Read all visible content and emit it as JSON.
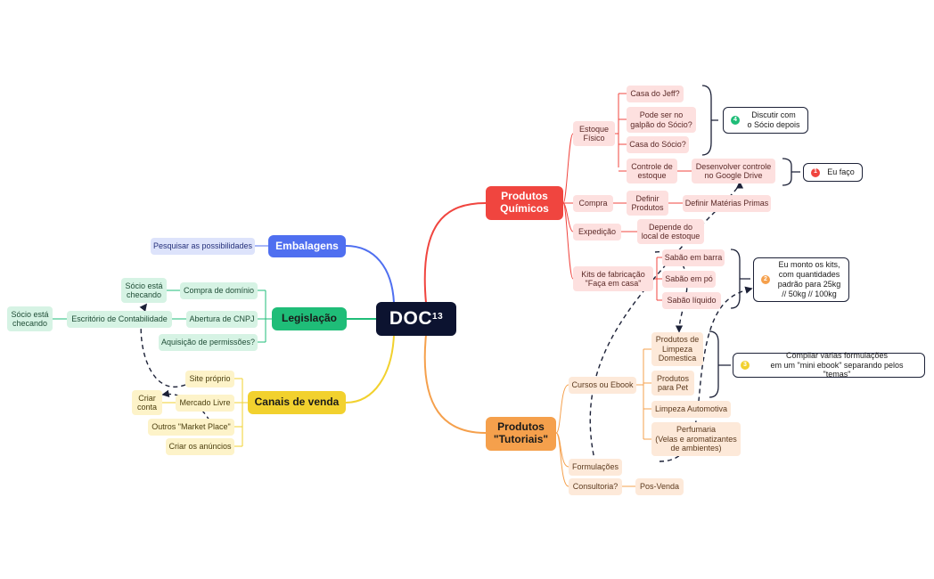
{
  "colors": {
    "root": "#0c1330",
    "red": "#f0453f",
    "orange": "#f5a04c",
    "blue": "#4f6ff0",
    "green": "#1fbd78",
    "yellow": "#f2d12e",
    "badge_green": "#1fbd78",
    "badge_red": "#f0453f",
    "badge_orange": "#f5a04c",
    "badge_yellow": "#f2d12e"
  },
  "root": {
    "label": "DOC",
    "superscript": "13"
  },
  "branches": {
    "produtos_quimicos": {
      "label": "Produtos\nQuímicos",
      "estoque": {
        "label": "Estoque\nFísico",
        "items": [
          "Casa do Jeff?",
          "Pode ser no\ngalpão do Sócio?",
          "Casa do Sócio?"
        ],
        "controle": {
          "label": "Controle de\nestoque",
          "child": "Desenvolver controle\nno Google Drive"
        }
      },
      "compra": {
        "label": "Compra",
        "child": "Definir\nProdutos",
        "grandchild": "Definir Matérias Primas"
      },
      "expedicao": {
        "label": "Expedição",
        "child": "Depende do\nlocal de estoque"
      },
      "kits": {
        "label": "Kits de fabricação\n\"Faça em casa\"",
        "items": [
          "Sabão em barra",
          "Sabão em pó",
          "Sabão líquido"
        ]
      }
    },
    "produtos_tutoriais": {
      "label": "Produtos\n\"Tutoriais\"",
      "cursos": {
        "label": "Cursos ou Ebook",
        "items": [
          "Produtos de\nLimpeza\nDomestica",
          "Produtos\npara Pet",
          "Limpeza Automotiva",
          "Perfumaria\n(Velas e aromatizantes\nde ambientes)"
        ]
      },
      "formulacoes": {
        "label": "Formulações"
      },
      "consultoria": {
        "label": "Consultoria?",
        "child": "Pos-Venda"
      }
    },
    "embalagens": {
      "label": "Embalagens",
      "child": "Pesquisar as possibilidades"
    },
    "legislacao": {
      "label": "Legislação",
      "items": [
        "Compra de domínio",
        "Abertura de CNPJ",
        "Aquisição de permissões?"
      ],
      "dominio_child": "Sócio está\nchecando",
      "cnpj_child": "Escritório de Contabilidade",
      "cnpj_grandchild": "Sócio está\nchecando"
    },
    "canais": {
      "label": "Canais de venda",
      "items": [
        "Site próprio",
        "Mercado Livre",
        "Outros \"Market Place\"",
        "Criar os anúncios"
      ],
      "mercado_child": "Criar\nconta"
    }
  },
  "notes": {
    "n4": {
      "badge": "4",
      "text": "Discutir com\no Sócio depois"
    },
    "n1": {
      "badge": "1",
      "text": "Eu faço"
    },
    "n2": {
      "badge": "2",
      "text": "Eu monto os kits,\ncom quantidades\npadrão para 25kg\n// 50kg // 100kg"
    },
    "n3": {
      "badge": "3",
      "text": "Compilar varias formulações\nem um \"mini ebook\" separando pelos \"temas\""
    }
  }
}
